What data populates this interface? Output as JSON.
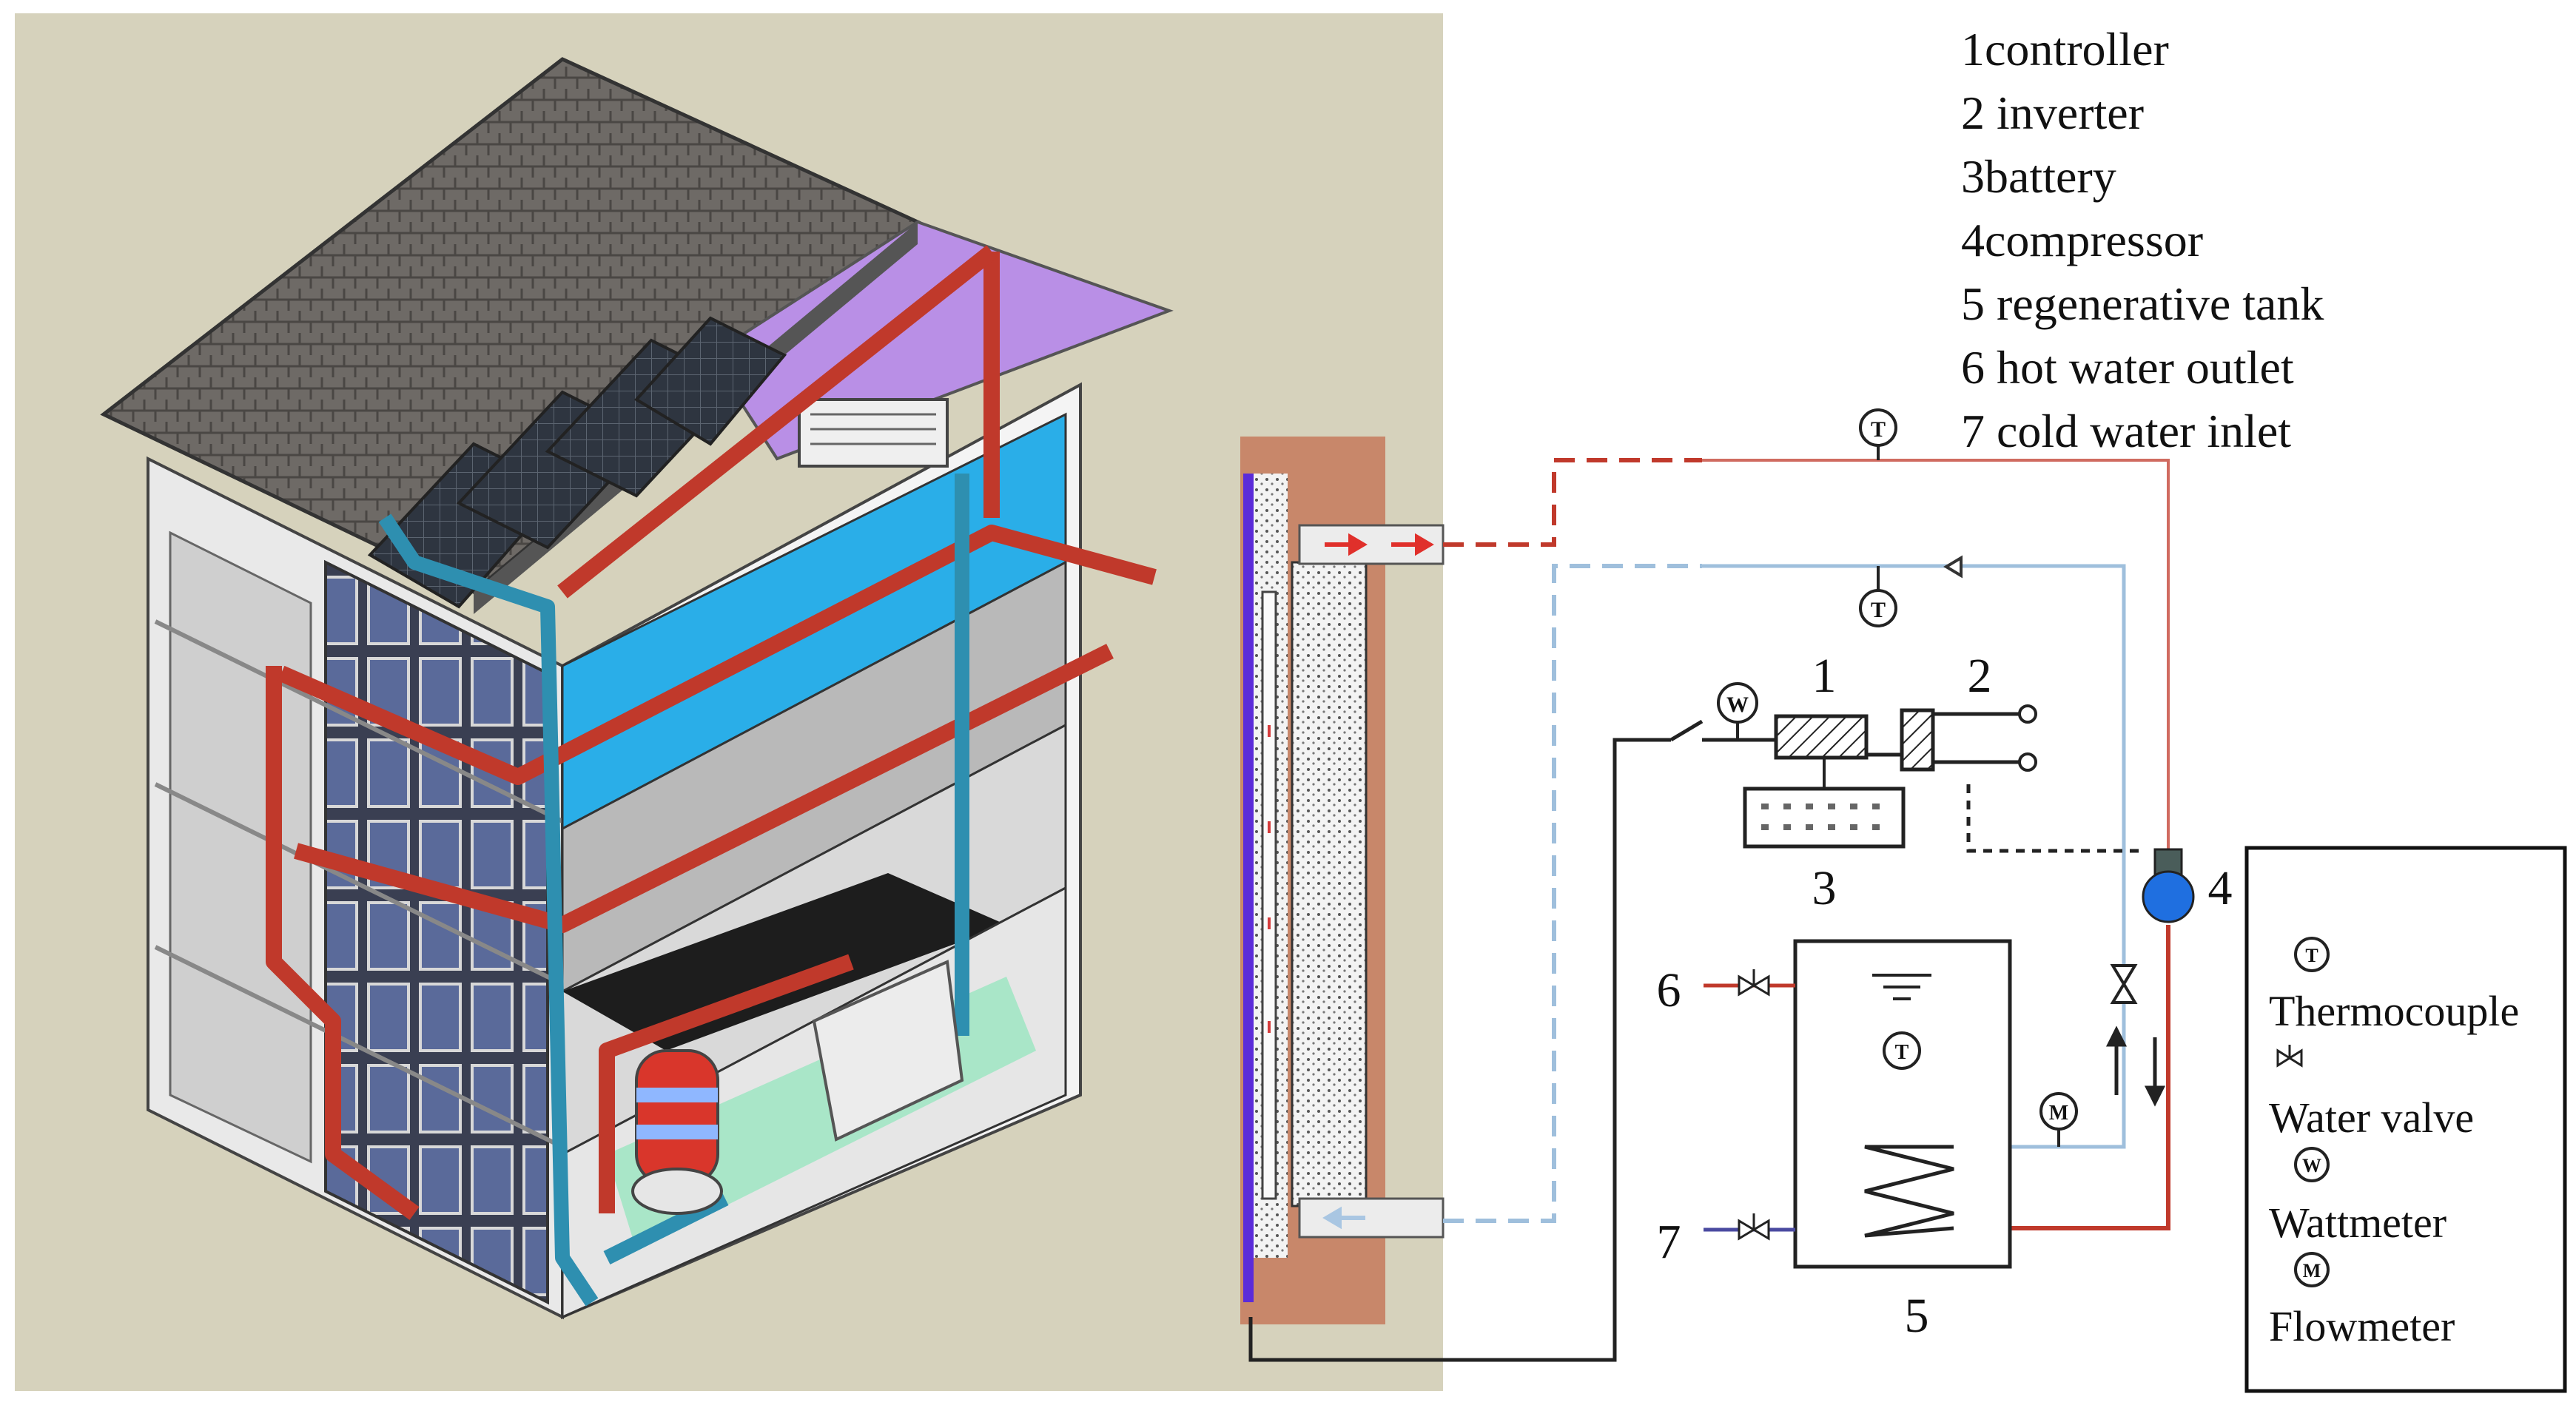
{
  "legend": {
    "items": [
      "1controller",
      "2 inverter",
      "3battery",
      "4compressor",
      "5 regenerative tank",
      "6 hot water outlet",
      "7 cold water inlet"
    ]
  },
  "diagram": {
    "labels": {
      "n1": "1",
      "n2": "2",
      "n3": "3",
      "n4": "4",
      "n5": "5",
      "n6": "6",
      "n7": "7"
    },
    "symbols": {
      "thermo": "T",
      "watt": "W",
      "flow": "M"
    }
  },
  "key": {
    "thermocouple": "Thermocouple",
    "water_valve": "Water valve",
    "wattmeter": "Wattmeter",
    "flowmeter": "Flowmeter"
  },
  "colors": {
    "hot_pipe": "#c0392b",
    "cold_pipe": "#2e8fb0",
    "wall": "#c8876a",
    "roof_glass": "#b98fe6",
    "floor_blue": "#2aaee8",
    "background_panel": "#d6d2bc"
  }
}
